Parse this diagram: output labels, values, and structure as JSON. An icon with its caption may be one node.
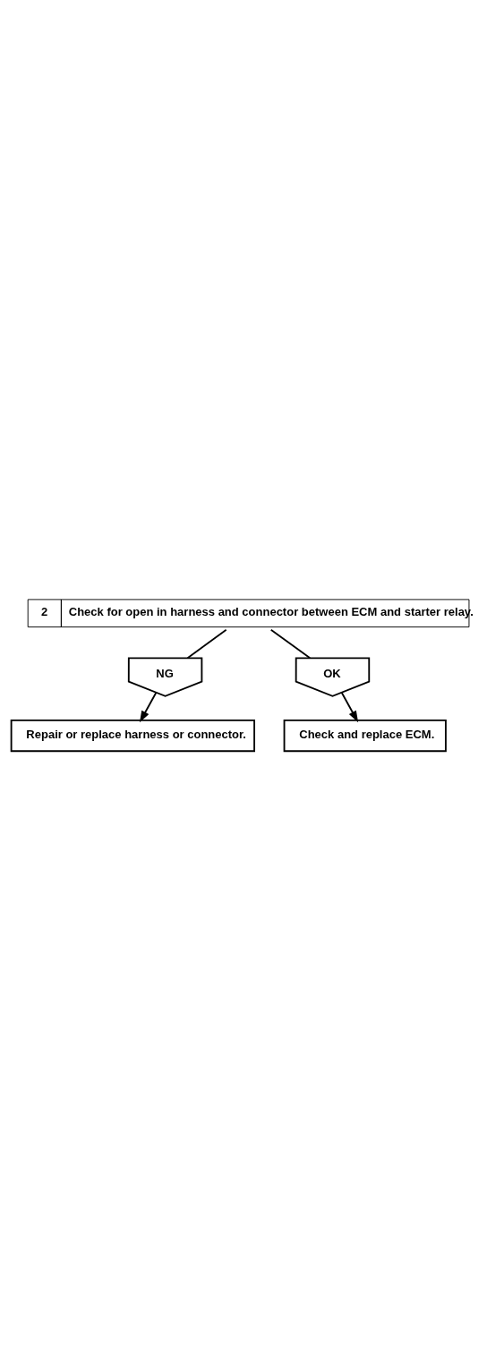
{
  "diagram": {
    "nodes": [
      {
        "text": [
          "2",
          "Check for open in harness and connector between ECM and starter relay."
        ]
      },
      {
        "text": [
          "NG"
        ]
      },
      {
        "text": [
          "Repair or replace harness or connector."
        ]
      },
      {
        "text": [
          "OK"
        ]
      },
      {
        "text": [
          "Check and replace ECM."
        ]
      }
    ],
    "edges": [
      {
        "from": 0,
        "to": 1,
        "arrow": "none"
      },
      {
        "from": 1,
        "to": 2,
        "arrow": "to"
      },
      {
        "from": 0,
        "to": 3,
        "arrow": "none"
      },
      {
        "from": 3,
        "to": 4,
        "arrow": "to"
      }
    ]
  }
}
